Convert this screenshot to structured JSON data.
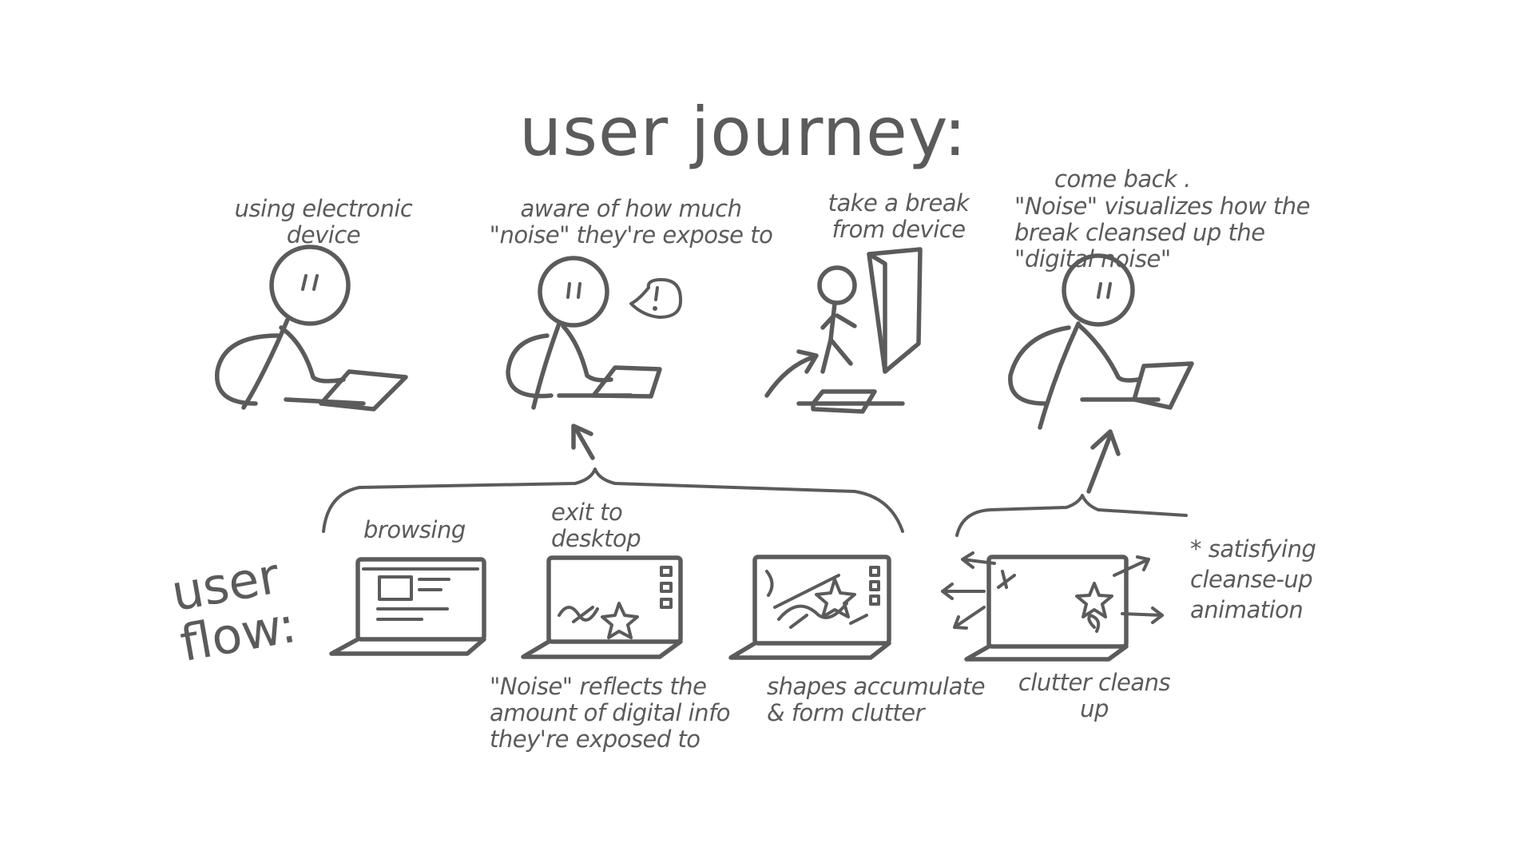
{
  "title": "user journey:",
  "flow_title": "user\nflow:",
  "journey": [
    {
      "caption": "using electronic\ndevice"
    },
    {
      "caption": "aware of how much\n\"noise\" they're expose to"
    },
    {
      "caption": "take a break\nfrom device"
    },
    {
      "caption_top": "come back .",
      "caption": "\"Noise\" visualizes how the\nbreak cleansed up the\n\"digital noise\""
    }
  ],
  "flow": [
    {
      "top_label": "browsing",
      "bottom_label": ""
    },
    {
      "top_label": "exit to\ndesktop",
      "bottom_label": "\"Noise\" reflects the\namount of digital info\nthey're exposed to"
    },
    {
      "top_label": "",
      "bottom_label": "shapes accumulate\n& form clutter"
    },
    {
      "top_label": "",
      "bottom_label": "clutter cleans\nup"
    }
  ],
  "side_note": "* satisfying\ncleanse-up\nanimation",
  "colors": {
    "ink": "#5b5b5b",
    "background": "#ffffff"
  }
}
